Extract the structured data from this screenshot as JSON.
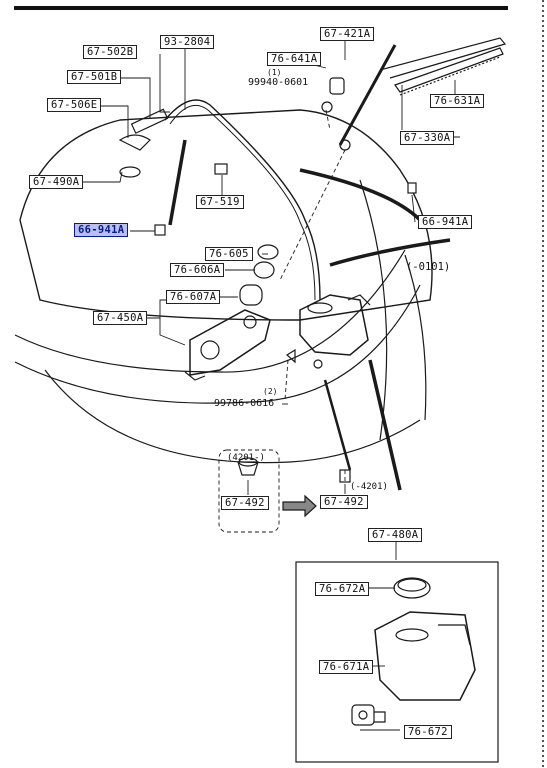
{
  "labels": {
    "p67_421A": "67-421A",
    "p93_2804": "93-2804",
    "p67_502B": "67-502B",
    "p76_641A": "76-641A",
    "p99940_0601": "99940-0601",
    "p99940_0601_qty": "(1)",
    "p67_501B": "67-501B",
    "p67_506E": "67-506E",
    "p76_631A": "76-631A",
    "p67_330A": "67-330A",
    "p67_490A": "67-490A",
    "p67_519": "67-519",
    "p66_941A_left": "66-941A",
    "p66_941A_right": "66-941A",
    "p76_605": "76-605",
    "p76_606A": "76-606A",
    "p76_607A": "76-607A",
    "p67_450A": "67-450A",
    "note_0101": "(-0101)",
    "p99786_0616": "99786-0616",
    "p99786_0616_qty": "(2)",
    "note_4201_from": "(4201-)",
    "note_4201_to": "(-4201)",
    "p67_492_left": "67-492",
    "p67_492_right": "67-492",
    "p67_480A": "67-480A",
    "p76_672A": "76-672A",
    "p76_671A": "76-671A",
    "p76_672": "76-672"
  },
  "colors": {
    "line": "#1a1a1a",
    "highlight_fill": "#b9bff3",
    "highlight_text": "#0c1b8c"
  }
}
